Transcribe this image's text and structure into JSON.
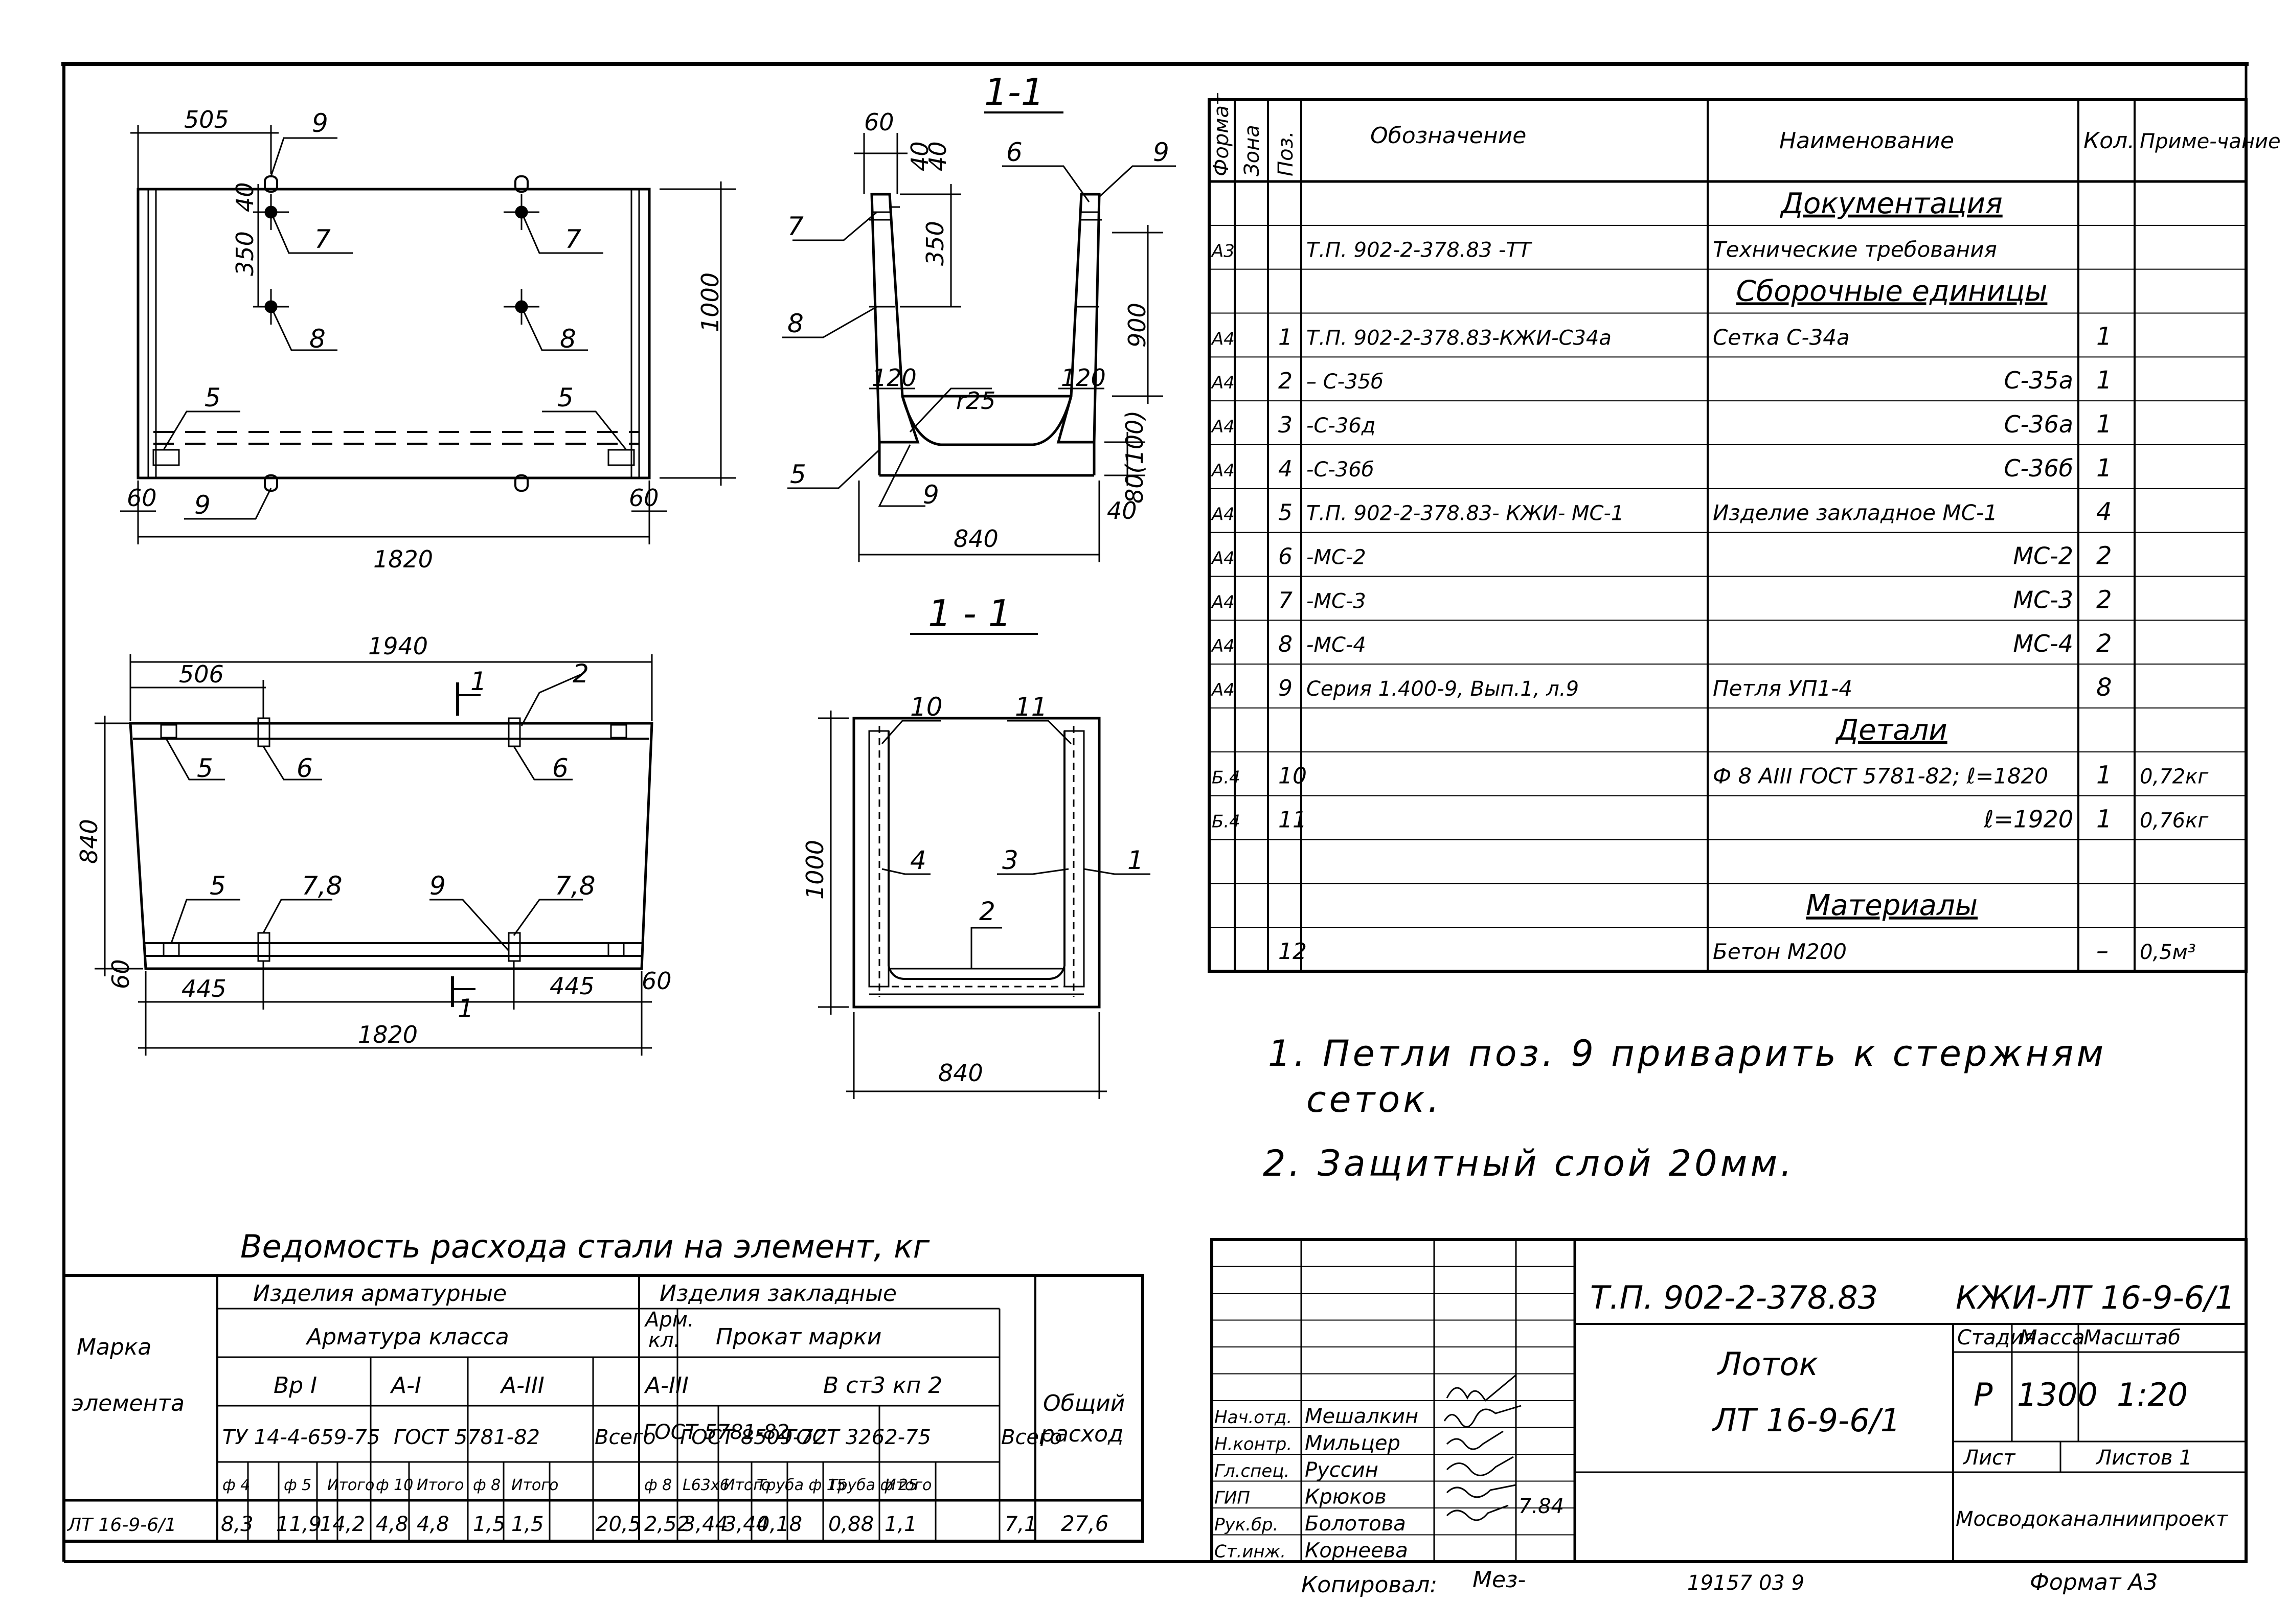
{
  "elevation": {
    "dims": {
      "top_left": "505",
      "bottom_total": "1820",
      "edge_left": "60",
      "edge_right": "60",
      "height": "1000",
      "v1": "40",
      "v2": "350"
    },
    "callouts": [
      "9",
      "7",
      "7",
      "8",
      "8",
      "5",
      "5",
      "9"
    ]
  },
  "section_top": {
    "title": "1-1",
    "dims": {
      "top": "60",
      "d1": "40",
      "d2": "40",
      "d3": "350",
      "height": "900",
      "r": "r25",
      "w1": "120",
      "w2": "120",
      "base": "840",
      "b1": "40",
      "b2": "80(100)"
    },
    "callouts": [
      "6",
      "9",
      "7",
      "8",
      "5",
      "9"
    ]
  },
  "plan": {
    "dims": {
      "top_total": "1940",
      "top_left": "506",
      "height": "840",
      "bottom_total": "1820",
      "b_left": "445",
      "b_right": "445",
      "e_left": "60",
      "e_right": "60"
    },
    "callouts": [
      "1",
      "2",
      "5",
      "6",
      "6",
      "5",
      "7,8",
      "9",
      "7,8",
      "1"
    ]
  },
  "section_bottom": {
    "title": "1 - 1",
    "dims": {
      "height": "1000",
      "base": "840"
    },
    "callouts": [
      "10",
      "11",
      "4",
      "3",
      "1",
      "2"
    ]
  },
  "spec": {
    "headers": {
      "format": "Формат",
      "zone": "Зона",
      "pos": "Поз.",
      "designation": "Обозначение",
      "name": "Наименование",
      "qty": "Кол.",
      "note": "Приме-чание"
    },
    "rows": [
      {
        "f": "",
        "z": "",
        "p": "",
        "d": "",
        "n": "Документация",
        "q": "",
        "note": "",
        "section": true
      },
      {
        "f": "А3",
        "z": "",
        "p": "",
        "d": "Т.П. 902-2-378.83      -ТТ",
        "n": "Технические требования",
        "q": "",
        "note": ""
      },
      {
        "f": "",
        "z": "",
        "p": "",
        "d": "",
        "n": "Сборочные единицы",
        "q": "",
        "note": "",
        "section": true
      },
      {
        "f": "А4",
        "z": "",
        "p": "1",
        "d": "Т.П. 902-2-378.83-КЖИ-С34а",
        "n": "Сетка       С-34а",
        "q": "1",
        "note": ""
      },
      {
        "f": "А4",
        "z": "",
        "p": "2",
        "d": "– С-35б",
        "n": "С-35а",
        "q": "1",
        "note": ""
      },
      {
        "f": "А4",
        "z": "",
        "p": "3",
        "d": "-С-36д",
        "n": "С-36а",
        "q": "1",
        "note": ""
      },
      {
        "f": "А4",
        "z": "",
        "p": "4",
        "d": "-С-36б",
        "n": "С-36б",
        "q": "1",
        "note": ""
      },
      {
        "f": "А4",
        "z": "",
        "p": "5",
        "d": "Т.П. 902-2-378.83- КЖИ- МС-1",
        "n": "Изделие закладное МС-1",
        "q": "4",
        "note": ""
      },
      {
        "f": "А4",
        "z": "",
        "p": "6",
        "d": "-МС-2",
        "n": "МС-2",
        "q": "2",
        "note": ""
      },
      {
        "f": "А4",
        "z": "",
        "p": "7",
        "d": "-МС-3",
        "n": "МС-3",
        "q": "2",
        "note": ""
      },
      {
        "f": "А4",
        "z": "",
        "p": "8",
        "d": "-МС-4",
        "n": "МС-4",
        "q": "2",
        "note": ""
      },
      {
        "f": "А4",
        "z": "",
        "p": "9",
        "d": "Серия 1.400-9, Вып.1, л.9",
        "n": "Петля    УП1-4",
        "q": "8",
        "note": ""
      },
      {
        "f": "",
        "z": "",
        "p": "",
        "d": "",
        "n": "Детали",
        "q": "",
        "note": "",
        "section": true
      },
      {
        "f": "Б.4",
        "z": "",
        "p": "10",
        "d": "",
        "n": "Ф 8 АIII ГОСТ 5781-82; ℓ=1820",
        "q": "1",
        "note": "0,72кг"
      },
      {
        "f": "Б.4",
        "z": "",
        "p": "11",
        "d": "",
        "n": "ℓ=1920",
        "q": "1",
        "note": "0,76кг"
      },
      {
        "f": "",
        "z": "",
        "p": "",
        "d": "",
        "n": "",
        "q": "",
        "note": ""
      },
      {
        "f": "",
        "z": "",
        "p": "",
        "d": "",
        "n": "Материалы",
        "q": "",
        "note": "",
        "section": true
      },
      {
        "f": "",
        "z": "",
        "p": "12",
        "d": "",
        "n": "Бетон М200",
        "q": "–",
        "note": "0,5м³"
      }
    ]
  },
  "notes": [
    "1. Петли поз. 9 приварить к стержням",
    "сеток.",
    "2. Защитный слой 20мм."
  ],
  "steel": {
    "title": "Ведомость расхода стали на элемент, кг",
    "mark_header": [
      "Марка",
      "элемента"
    ],
    "armature_group": "Изделия арматурные",
    "embedded_group": "Изделия закладные",
    "armature_class": "Арматура класса",
    "arm_cl": [
      "Арм.",
      "кл."
    ],
    "rolled": "Прокат марки",
    "rolled_grade": "В ст3 кп 2",
    "classes": {
      "bp1": "Вр I",
      "a1": "А-I",
      "a3": "А-III",
      "a3b": "А-III"
    },
    "standards": {
      "tu": "ТУ 14-4-659-75",
      "gost5781": "ГОСТ 5781-82",
      "gost5781b": "ГОСТ 5781-82",
      "gost8509": "ГОСТ 8509-72",
      "gost3262": "ГОСТ 3262-75"
    },
    "total_label": "Всего",
    "total_label2": "Всего",
    "overall": [
      "Общий",
      "расход"
    ],
    "subheaders": [
      "ф 4",
      "ф 5",
      "Итого",
      "ф 10",
      "Итого",
      "ф 8",
      "Итого",
      "",
      "ф 8",
      "L63х6",
      "Итого",
      "Труба ф 15",
      "Труба ф 25",
      "Итого",
      ""
    ],
    "row": {
      "mark": "ЛТ 16-9-6/1",
      "values": [
        "8,3",
        "11,9",
        "14,2",
        "4,8",
        "4,8",
        "1,5",
        "1,5",
        "20,5",
        "2,52",
        "3,44",
        "3,44",
        "0,18",
        "0,88",
        "1,1",
        "7,1"
      ],
      "total": "27,6"
    }
  },
  "stamp": {
    "code": "Т.П. 902-2-378.83",
    "sheet_code": "КЖИ-ЛТ 16-9-6/1",
    "name": "Лоток",
    "mark": "ЛТ 16-9-6/1",
    "stage_label": "Стадия",
    "mass_label": "Масса",
    "scale_label": "Масштаб",
    "stage": "Р",
    "mass": "1300",
    "scale": "1:20",
    "sheet_label": "Лист",
    "sheets_label": "Листов 1",
    "org": "Мосводоканалниипроект",
    "people": [
      {
        "role": "Нач.отд.",
        "name": "Мешалкин"
      },
      {
        "role": "Н.контр.",
        "name": "Мильцер"
      },
      {
        "role": "Гл.спец.",
        "name": "Руссин"
      },
      {
        "role": "ГИП",
        "name": "Крюков"
      },
      {
        "role": "Рук.бр.",
        "name": "Болотова"
      },
      {
        "role": "Ст.инж.",
        "name": "Корнеева"
      }
    ],
    "date": "7.84"
  },
  "footer": {
    "copied": "Копировал:",
    "copied_sig": "Мез-",
    "number": "19157 03    9",
    "format": "Формат А3"
  }
}
